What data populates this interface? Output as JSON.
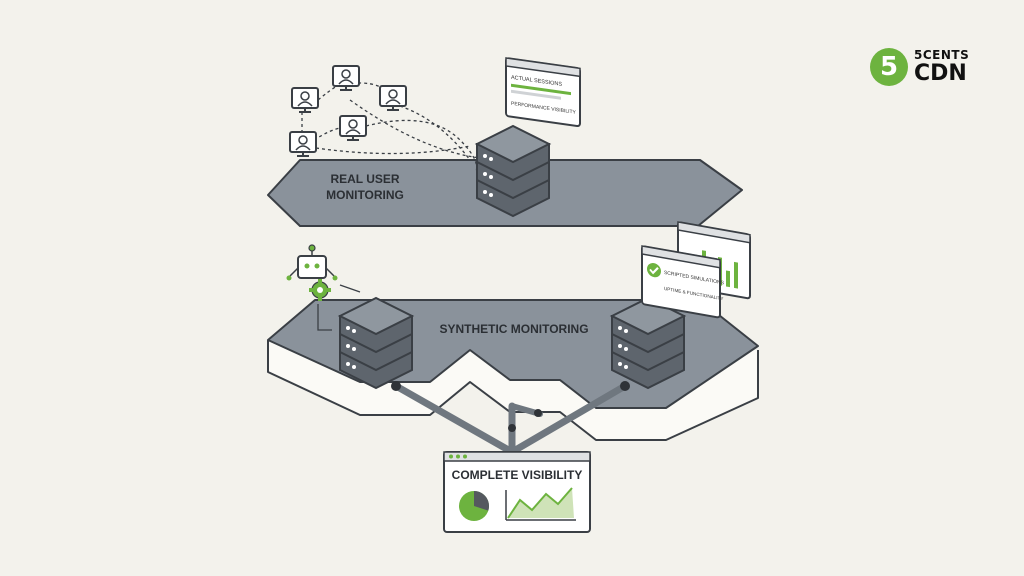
{
  "brand": {
    "digit": "5",
    "name_top": "5CENTS",
    "name_bottom": "CDN",
    "accent": "#6db33f"
  },
  "layers": {
    "rum": {
      "label_line1": "REAL USER",
      "label_line2": "MONITORING"
    },
    "synthetic": {
      "label": "SYNTHETIC MONITORING"
    }
  },
  "cards": {
    "rum_panel": {
      "line1": "ACTUAL SESSIONS",
      "line2": "PERFORMANCE VISIBILITY"
    },
    "synthetic_panel": {
      "line1": "SCRIPTED SIMULATIONS",
      "line2": "UPTIME & FUNCTIONALITY"
    },
    "visibility": {
      "title": "COMPLETE VISIBILITY",
      "pie_share": 0.7
    }
  },
  "icons": [
    "user-monitor-icon",
    "robot-icon",
    "gear-icon",
    "server-stack-icon",
    "checkmark-icon",
    "bar-chart-icon",
    "pie-chart-icon",
    "line-chart-icon"
  ],
  "colors": {
    "platform": "#8a929b",
    "platform_dark": "#5e656d",
    "outline": "#3a3f45",
    "paper": "#f3f2ec",
    "green": "#6db33f"
  }
}
